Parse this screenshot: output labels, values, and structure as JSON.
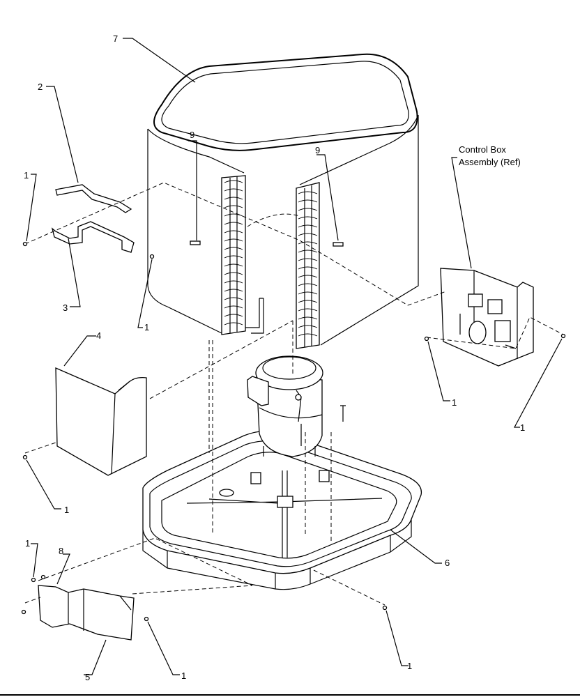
{
  "callouts": {
    "c7": "7",
    "c2": "2",
    "c3": "3",
    "c4": "4",
    "c5": "5",
    "c6": "6",
    "c8": "8",
    "c9a": "9",
    "c9b": "9",
    "c1a": "1",
    "c1b": "1",
    "c1c": "1",
    "c1d": "1",
    "c1e": "1",
    "c1f": "1",
    "c1g": "1",
    "c1h": "1"
  },
  "control_box": {
    "line1": "Control Box",
    "line2": "Assembly (Ref)"
  }
}
